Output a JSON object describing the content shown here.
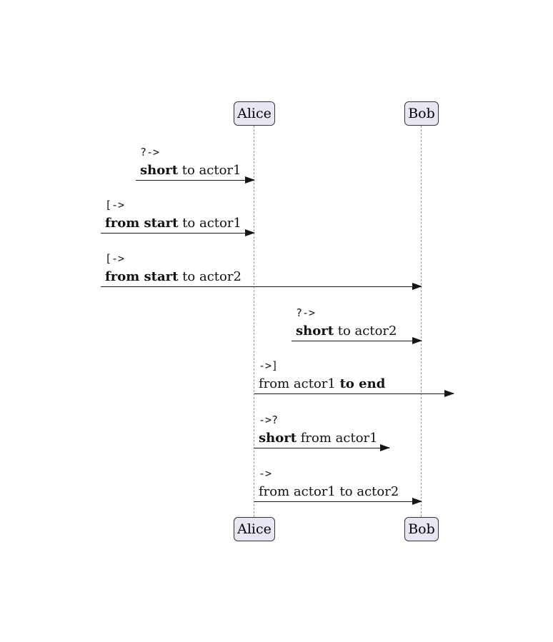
{
  "actors": [
    {
      "name": "Alice"
    },
    {
      "name": "Bob"
    }
  ],
  "messages": [
    {
      "code": "?->",
      "parts": [
        {
          "text": "short",
          "style": "bold"
        },
        {
          "text": " to actor1",
          "style": "regular"
        }
      ]
    },
    {
      "code": "[->",
      "parts": [
        {
          "text": "from start",
          "style": "bold"
        },
        {
          "text": " to actor1",
          "style": "regular"
        }
      ]
    },
    {
      "code": "[->",
      "parts": [
        {
          "text": "from start",
          "style": "bold"
        },
        {
          "text": " to actor2",
          "style": "regular"
        }
      ]
    },
    {
      "code": "?->",
      "parts": [
        {
          "text": "short",
          "style": "bold"
        },
        {
          "text": " to actor2",
          "style": "regular"
        }
      ]
    },
    {
      "code": "->]",
      "parts": [
        {
          "text": "from actor1 ",
          "style": "regular"
        },
        {
          "text": "to end",
          "style": "bold"
        }
      ]
    },
    {
      "code": "->?",
      "parts": [
        {
          "text": "short",
          "style": "bold"
        },
        {
          "text": " from actor1",
          "style": "regular"
        }
      ]
    },
    {
      "code": "->",
      "parts": [
        {
          "text": "from actor1 to actor2",
          "style": "regular"
        },
        {
          "text": "",
          "style": "regular"
        }
      ]
    }
  ],
  "colors": {
    "actor_fill": "#e7e7f4",
    "actor_border": "#34343c",
    "lifeline": "#999999",
    "arrow": "#161616"
  }
}
